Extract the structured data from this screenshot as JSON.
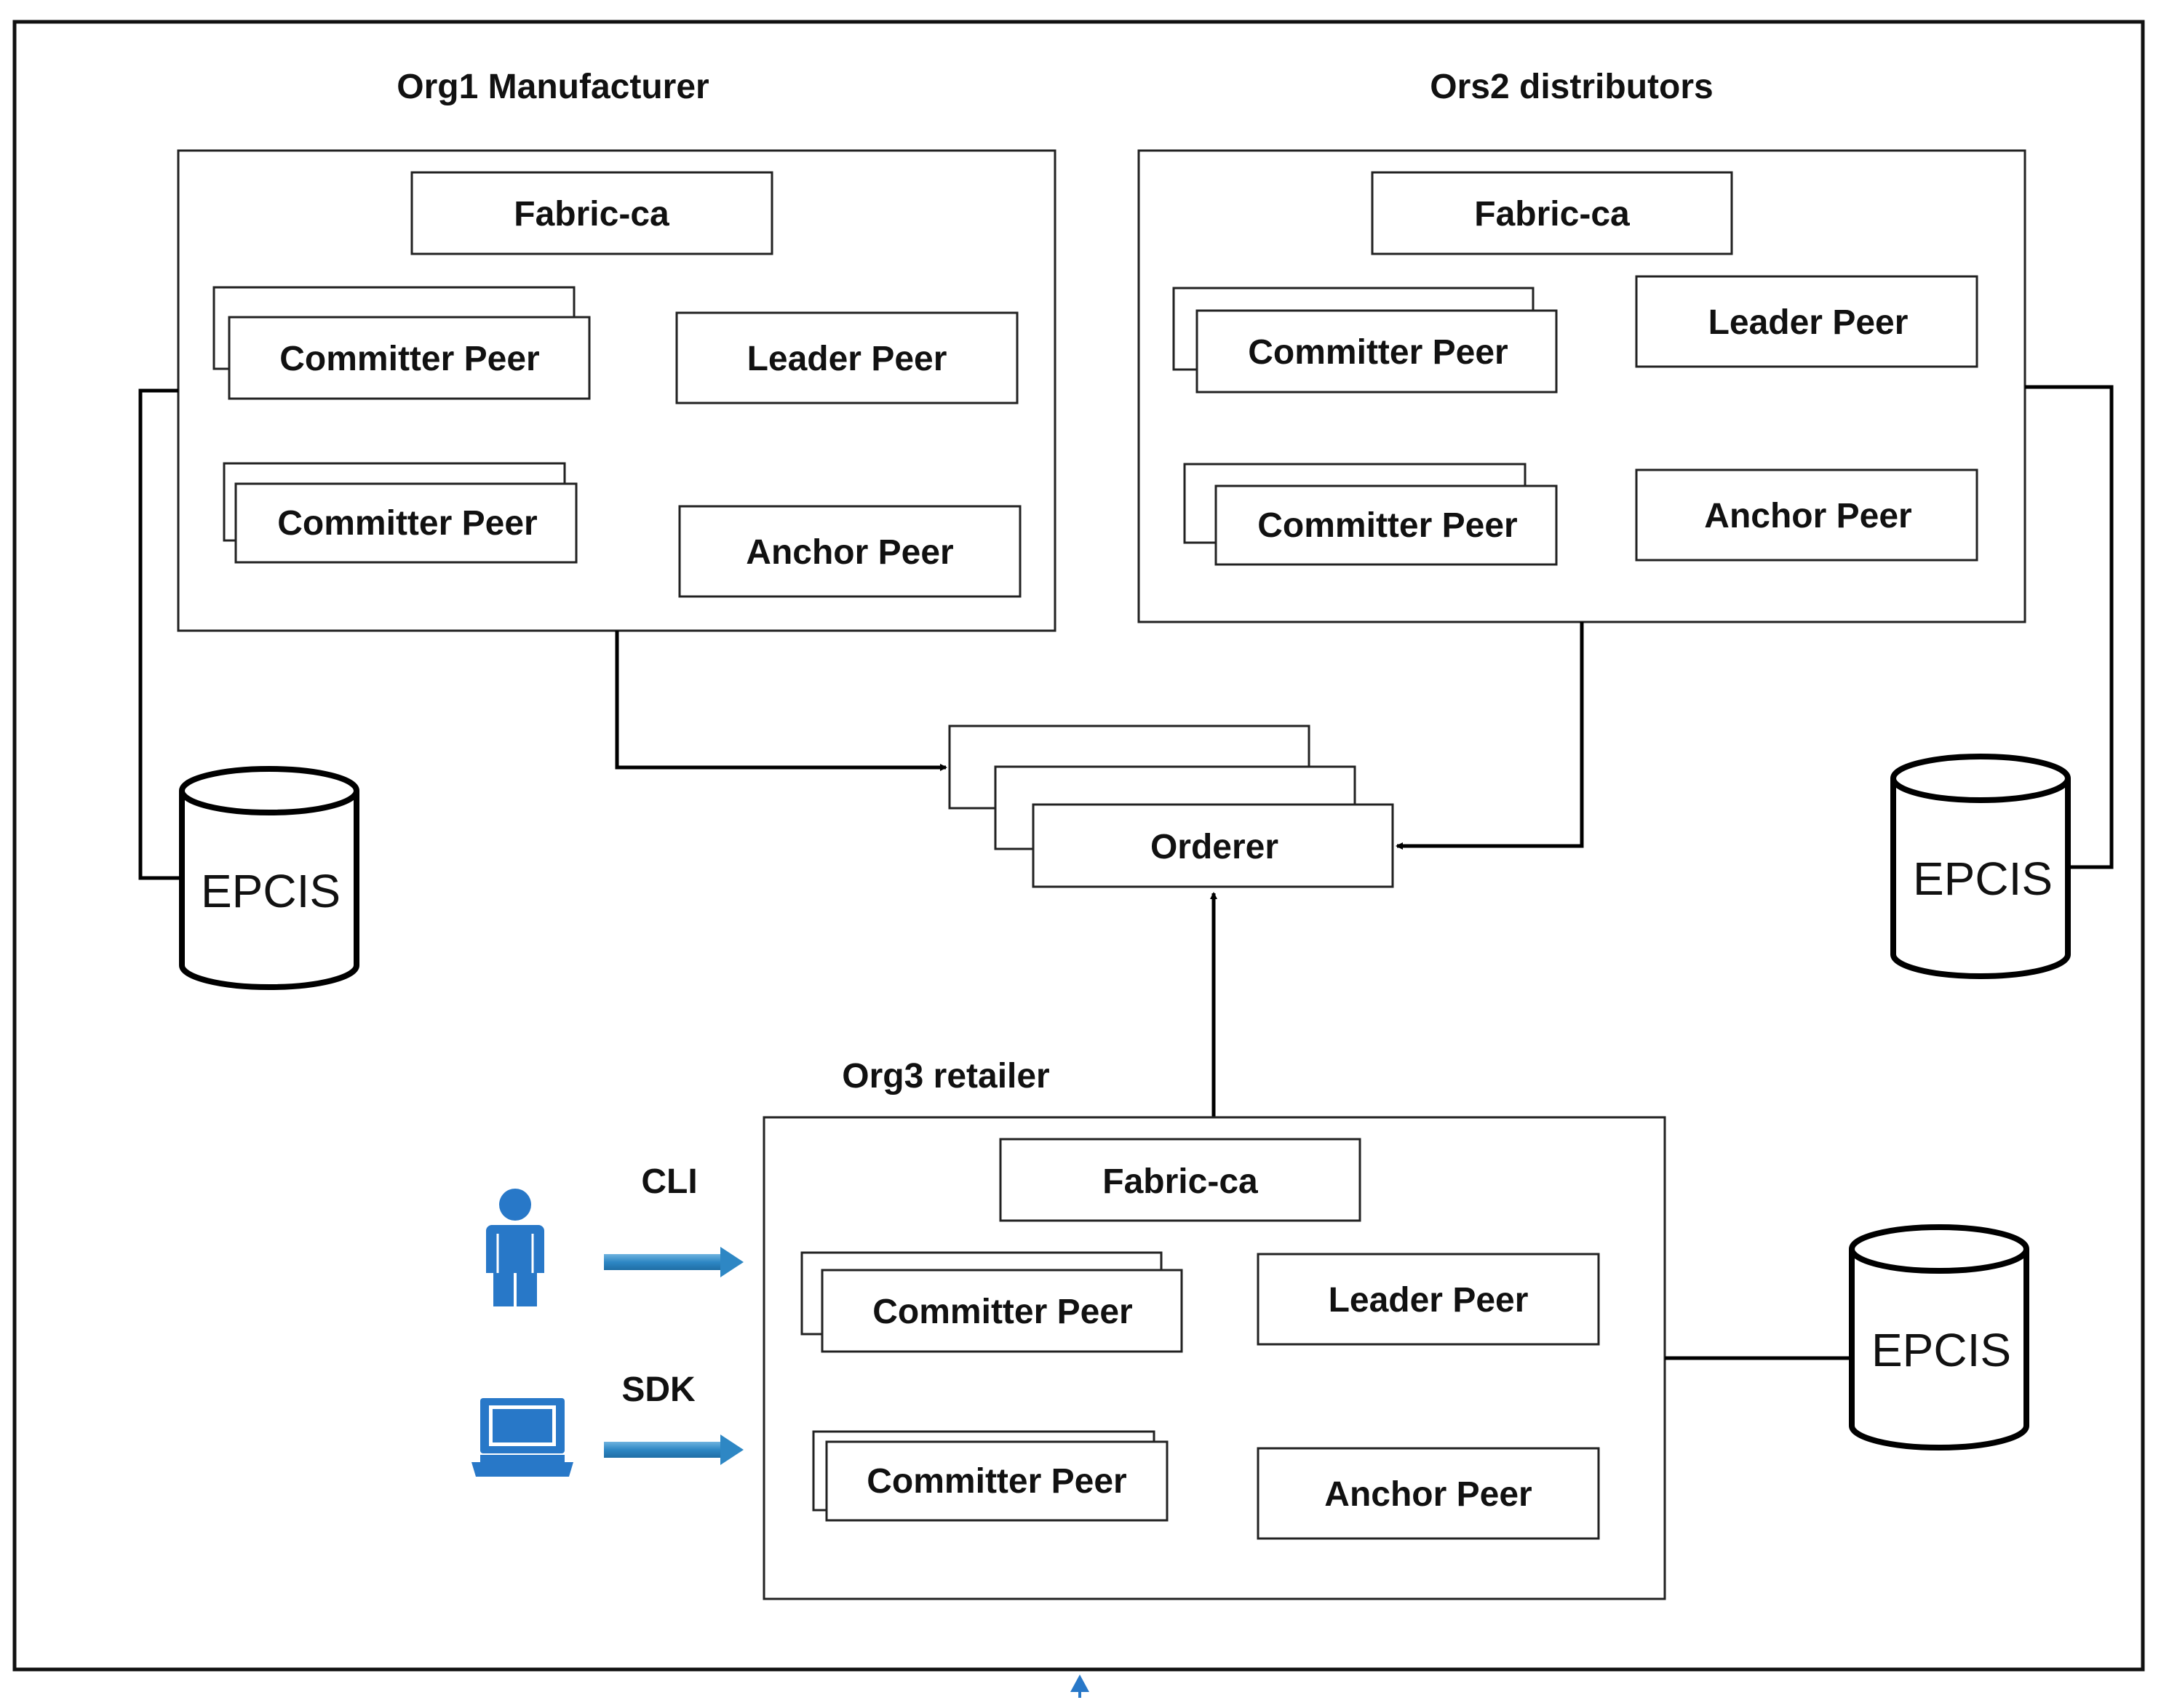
{
  "orgs": {
    "org1": {
      "title": "Org1 Manufacturer",
      "fabric_ca": "Fabric-ca",
      "committer1": "Committer Peer",
      "committer2": "Committer Peer",
      "leader": "Leader Peer",
      "anchor": "Anchor Peer"
    },
    "org2": {
      "title": "Ors2 distributors",
      "fabric_ca": "Fabric-ca",
      "committer1": "Committer Peer",
      "committer2": "Committer Peer",
      "leader": "Leader Peer",
      "anchor": "Anchor Peer"
    },
    "org3": {
      "title": "Org3 retailer",
      "fabric_ca": "Fabric-ca",
      "committer1": "Committer Peer",
      "committer2": "Committer Peer",
      "leader": "Leader Peer",
      "anchor": "Anchor Peer"
    }
  },
  "orderer": {
    "label": "Orderer"
  },
  "databases": {
    "left": "EPCIS",
    "right": "EPCIS",
    "bottom": "EPCIS"
  },
  "clients": {
    "cli_label": "CLI",
    "sdk_label": "SDK",
    "user_icon": "user-icon",
    "laptop_icon": "laptop-icon"
  },
  "colors": {
    "icon_blue": "#2878c8",
    "arrow_blue": "#2e87c4",
    "line": "#000000"
  }
}
